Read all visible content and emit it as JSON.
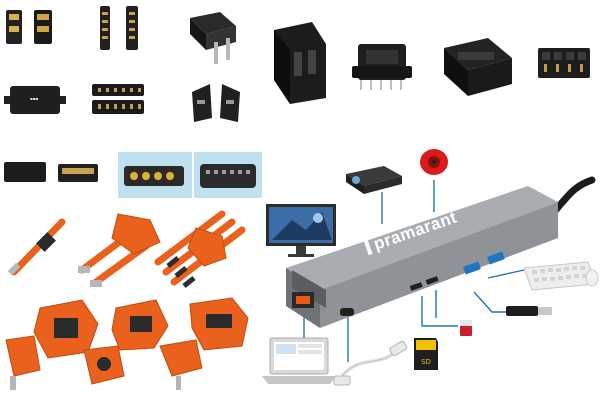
{
  "image": {
    "kind": "product collage",
    "panels": [
      "board-to-board-connectors",
      "pin-header-sockets",
      "power-terminal-blocks",
      "ev-high-voltage-cable-plugs",
      "usb-c-docking-hub-with-peripherals"
    ]
  },
  "hub": {
    "brand_text": "pramarant",
    "accent_color": "#1f74c4",
    "body_color": "#8f9296",
    "plug_color": "#e95a12"
  },
  "colors": {
    "connector_black": "#1e1e1e",
    "ev_orange": "#e9611c",
    "terminal_bg": "#bfe1ef",
    "sd_card_label": "SD"
  }
}
